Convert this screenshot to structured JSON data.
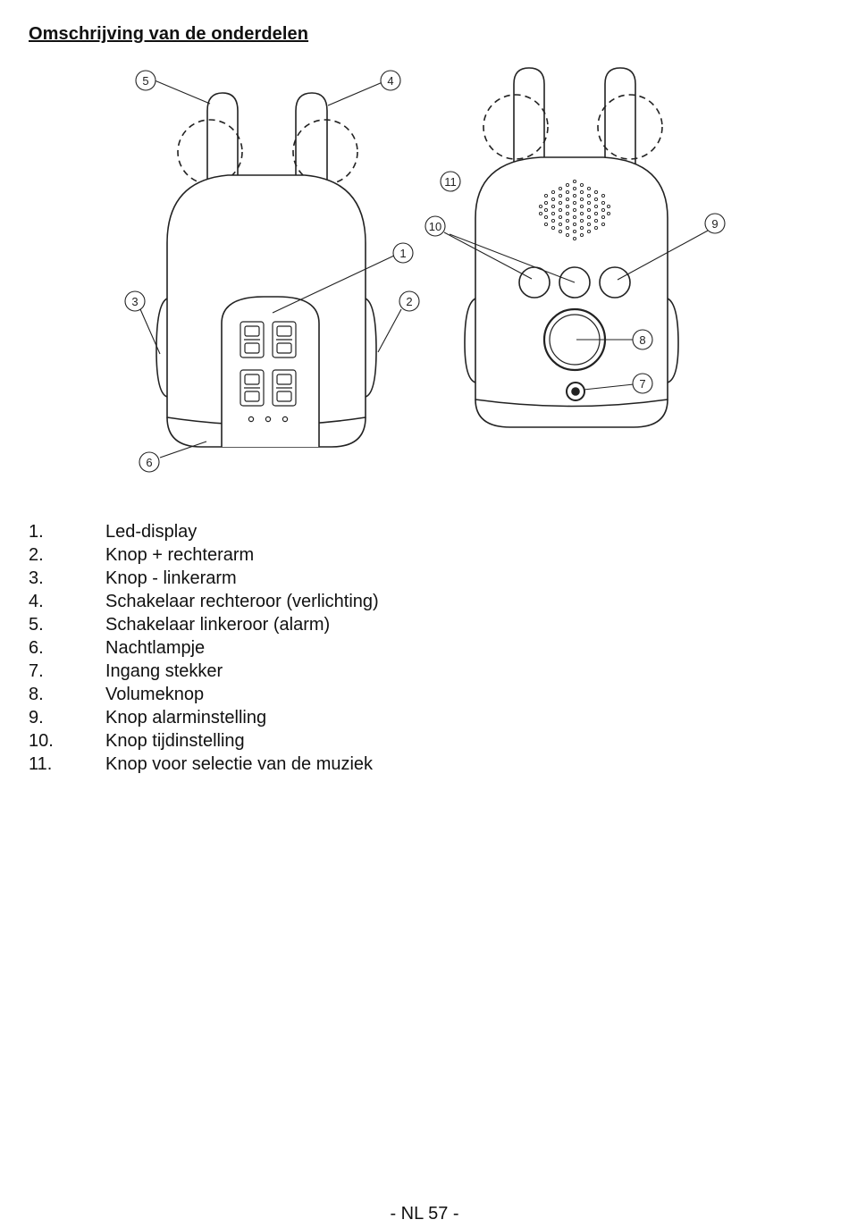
{
  "heading": "Omschrijving van de onderdelen",
  "figure": {
    "callouts": [
      "1",
      "2",
      "3",
      "4",
      "5",
      "6",
      "7",
      "8",
      "9",
      "10",
      "11"
    ]
  },
  "parts": [
    {
      "num": "1.",
      "label": "Led-display"
    },
    {
      "num": "2.",
      "label": "Knop + rechterarm"
    },
    {
      "num": "3.",
      "label": "Knop - linkerarm"
    },
    {
      "num": "4.",
      "label": "Schakelaar rechteroor (verlichting)"
    },
    {
      "num": "5.",
      "label": "Schakelaar linkeroor (alarm)"
    },
    {
      "num": "6.",
      "label": "Nachtlampje"
    },
    {
      "num": "7.",
      "label": "Ingang stekker"
    },
    {
      "num": "8.",
      "label": "Volumeknop"
    },
    {
      "num": "9.",
      "label": "Knop alarminstelling"
    },
    {
      "num": "10.",
      "label": "Knop tijdinstelling"
    },
    {
      "num": "11.",
      "label": "Knop voor selectie van de muziek"
    }
  ],
  "page_number": "- NL 57 -"
}
